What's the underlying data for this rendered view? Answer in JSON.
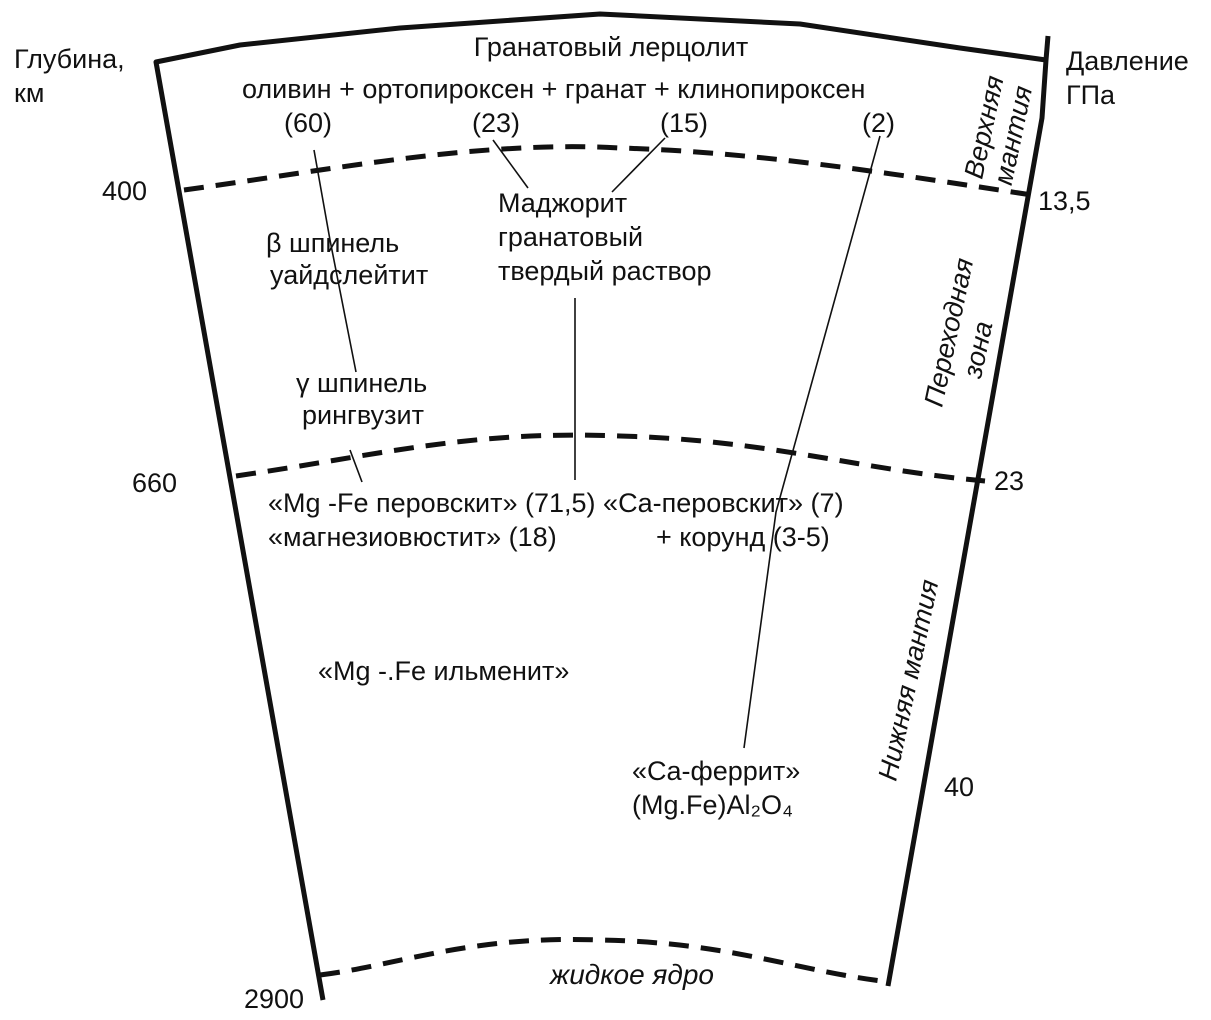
{
  "axis_left": {
    "title_line1": "Глубина,",
    "title_line2": "км",
    "ticks": [
      "400",
      "660",
      "2900"
    ]
  },
  "axis_right": {
    "title_line1": "Давление",
    "title_line2": "ГПа",
    "ticks": [
      "13,5",
      "23",
      "40"
    ]
  },
  "upper_mantle": {
    "rock_name": "Гранатовый лерцолит",
    "minerals_line": "оливин + ортопироксен + гранат + клинопироксен",
    "fractions": [
      "(60)",
      "(23)",
      "(15)",
      "(2)"
    ],
    "side_label_line1": "Верхняя",
    "side_label_line2": "мантия"
  },
  "transition_zone": {
    "beta_spinel_line1": "β шпинель",
    "beta_spinel_line2": "уайдслейтит",
    "majorite_line1": "Маджорит",
    "majorite_line2": "гранатовый",
    "majorite_line3": "твердый раствор",
    "gamma_spinel_line1": "γ шпинель",
    "gamma_spinel_line2": "рингвузит",
    "side_label_line1": "Переходная",
    "side_label_line2": "зона"
  },
  "lower_mantle": {
    "perovskite_line": "«Mg -Fe перовскит» (71,5) «Ca-перовскит» (7)",
    "magnesiowustite_line": "«магнезиовюстит»  (18)",
    "corundum_line": "+ корунд (3-5)",
    "ilmenite": "«Mg -.Fe ильменит»",
    "ca_ferrite_line1": "«Ca-феррит»",
    "ca_ferrite_line2": "(Mg.Fe)Al₂O₄",
    "side_label": "Нижняя мантия"
  },
  "core": {
    "label": "жидкое ядро"
  }
}
